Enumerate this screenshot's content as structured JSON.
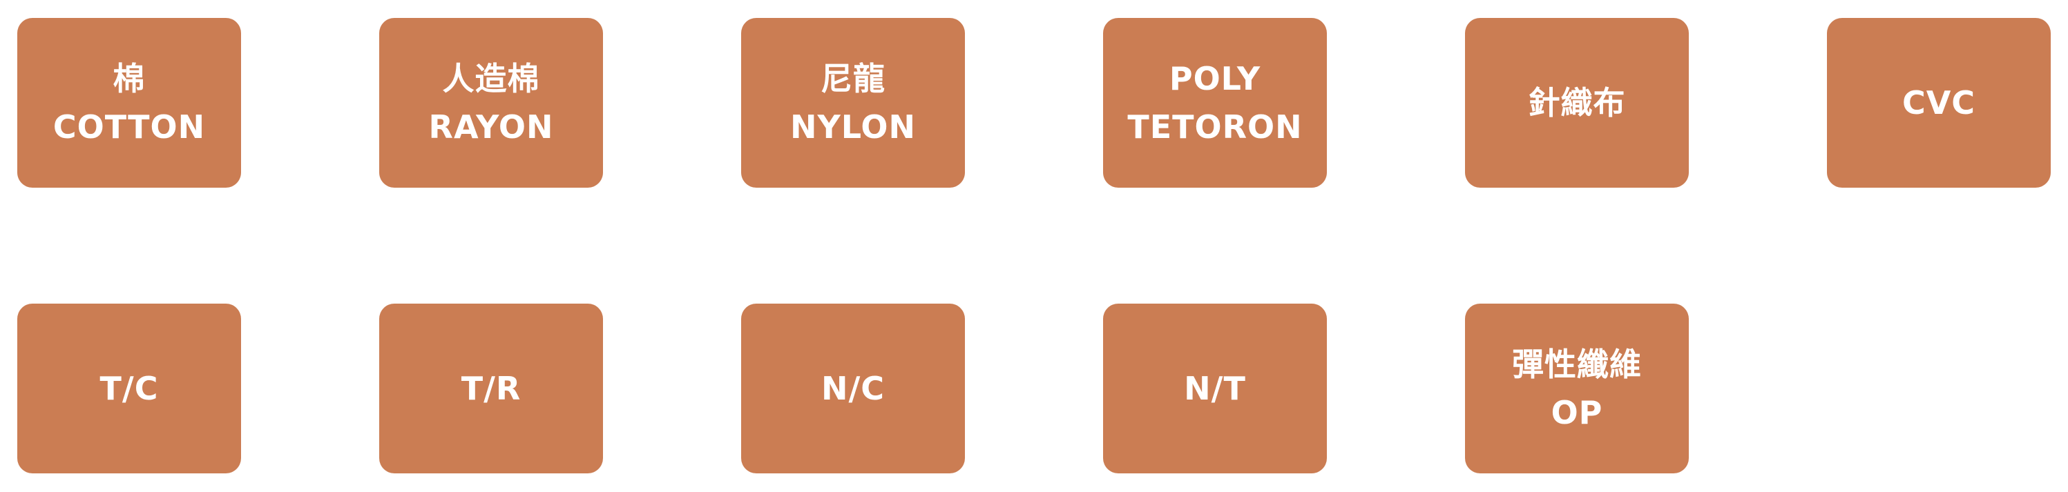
{
  "theme": {
    "tile_color": "#CB7D53",
    "text_color": "#FFFFFF"
  },
  "fabrics": [
    {
      "label_line1": "棉",
      "label_line2": "COTTON"
    },
    {
      "label_line1": "人造棉",
      "label_line2": "RAYON"
    },
    {
      "label_line1": "尼龍",
      "label_line2": "NYLON"
    },
    {
      "label_line1": "POLY",
      "label_line2": "TETORON"
    },
    {
      "label_line1": "針織布"
    },
    {
      "label_line1": "CVC"
    },
    {
      "label_line1": "T/C"
    },
    {
      "label_line1": "T/R"
    },
    {
      "label_line1": "N/C"
    },
    {
      "label_line1": "N/T"
    },
    {
      "label_line1": "彈性纖維",
      "label_line2": "OP"
    }
  ]
}
